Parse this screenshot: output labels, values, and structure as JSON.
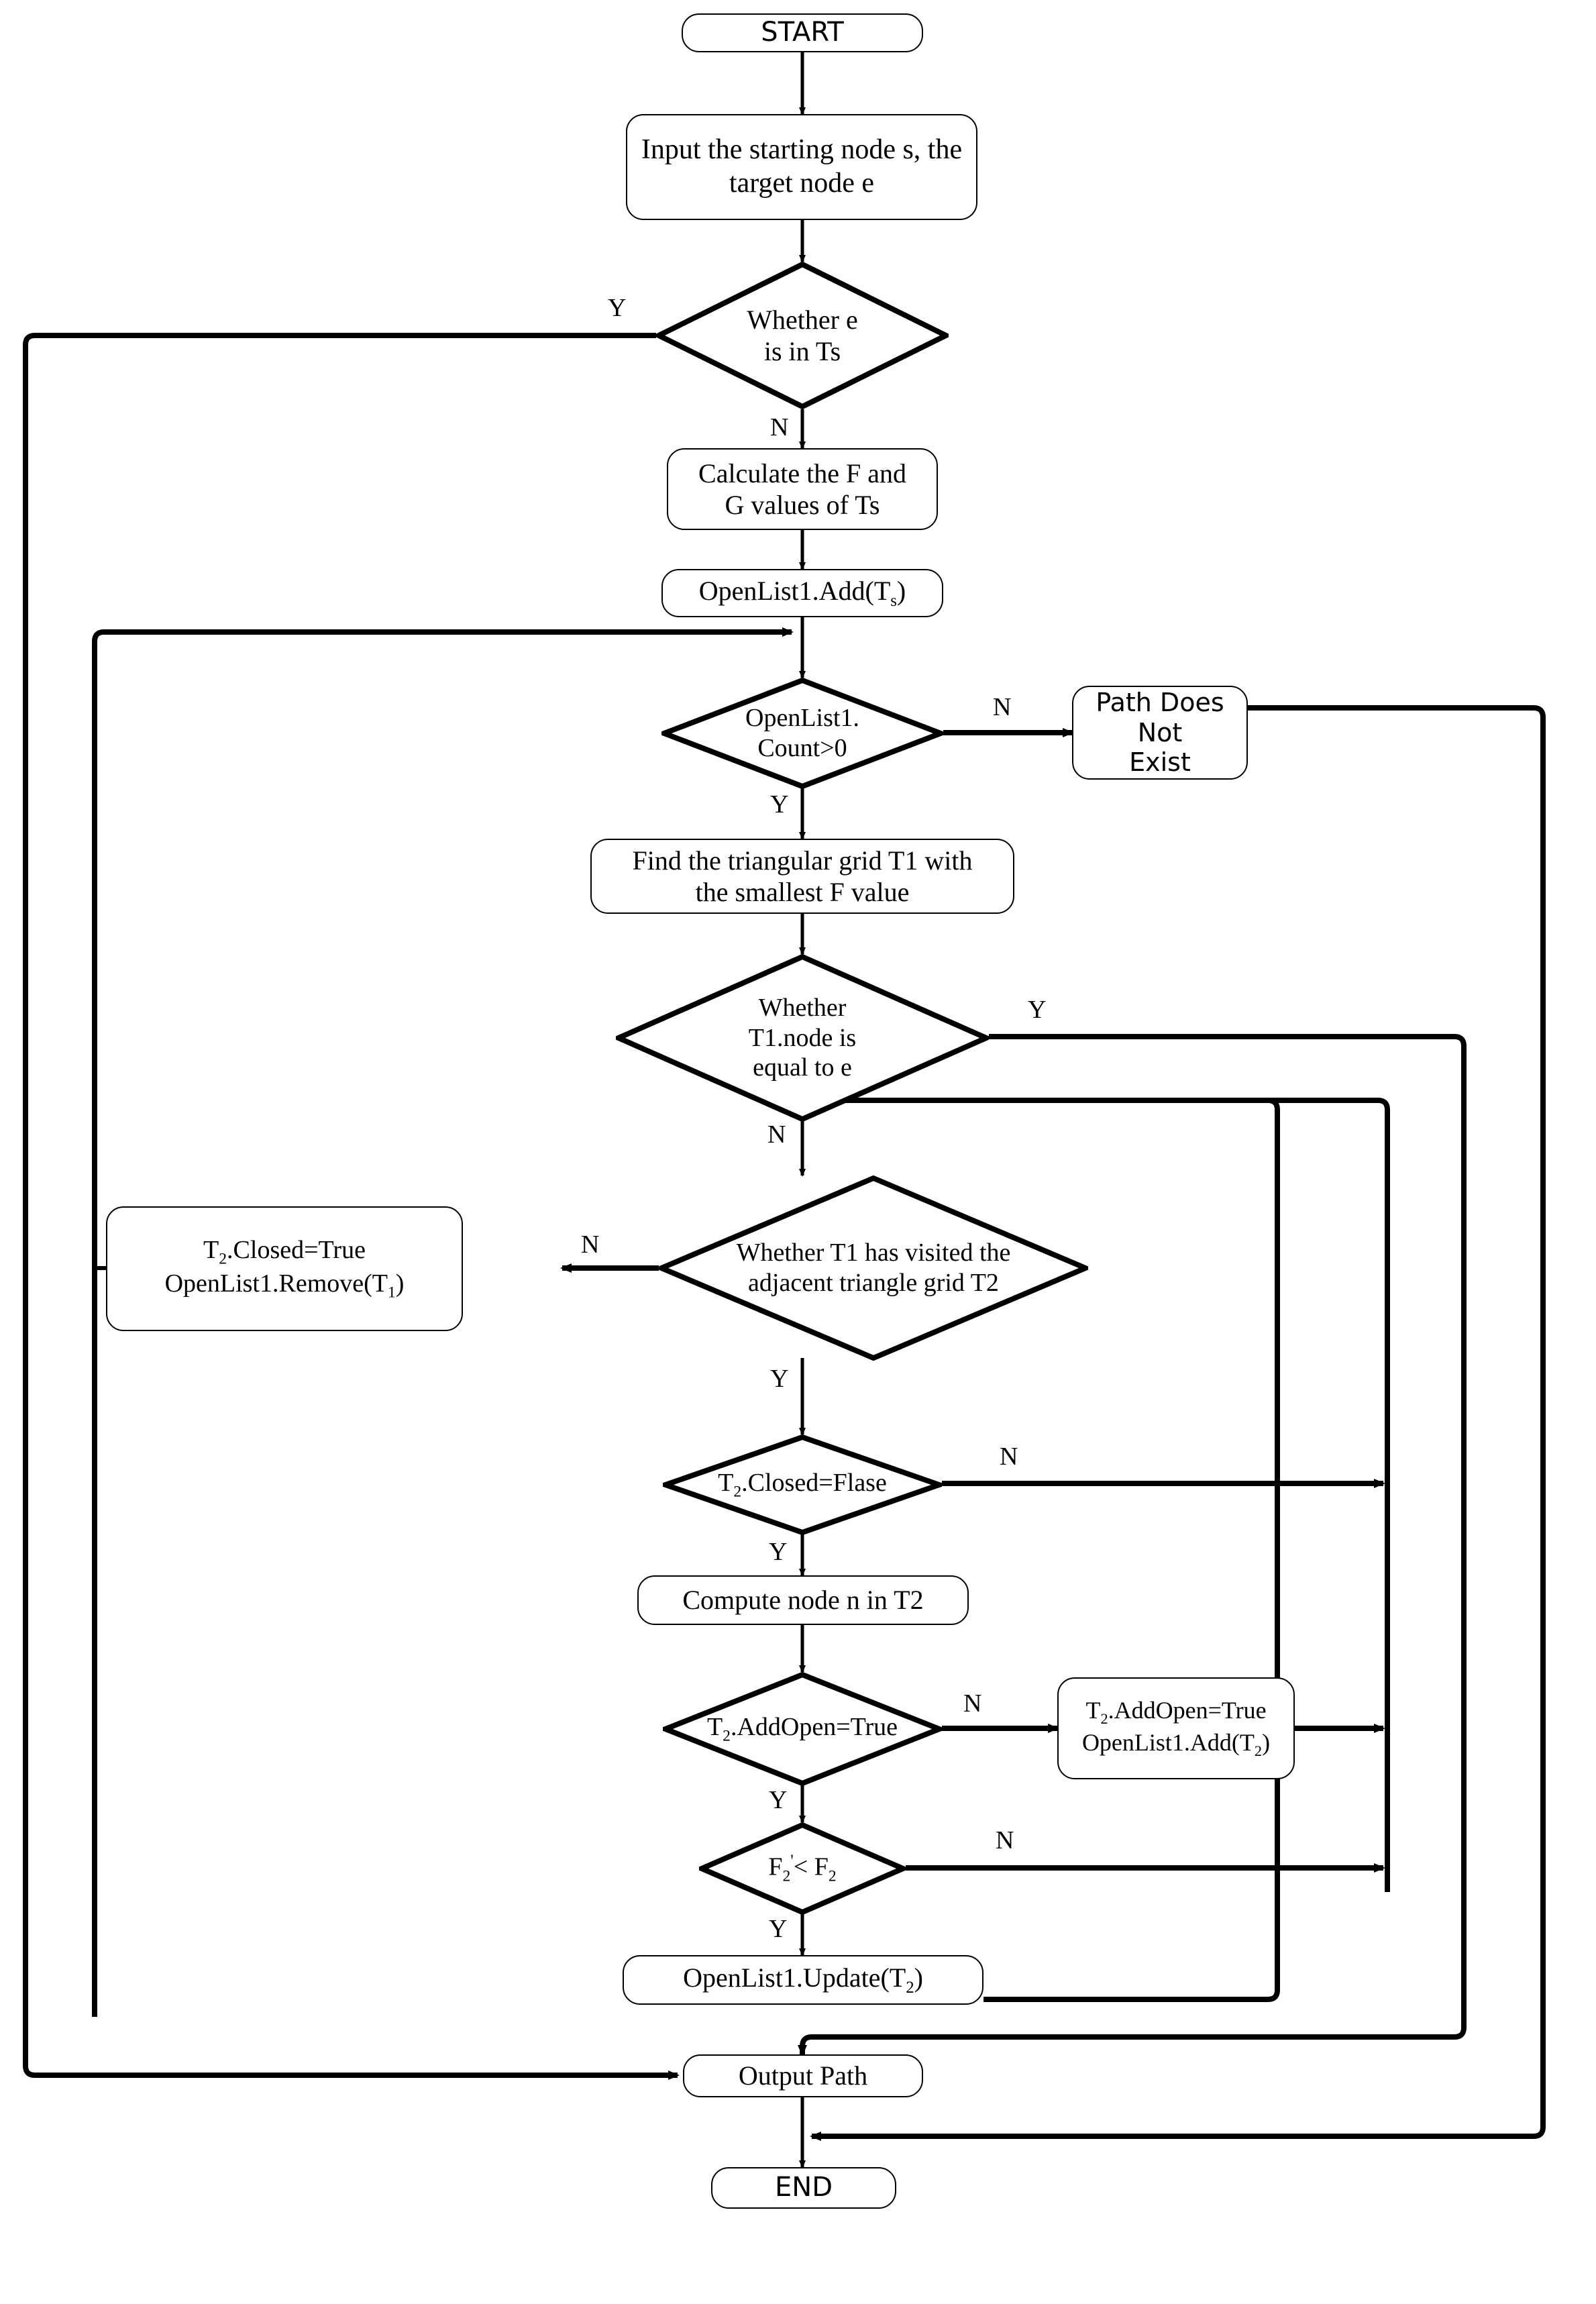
{
  "diagram": {
    "type": "flowchart",
    "title": "Bidirectional A* triangular grid path planning flowchart",
    "nodes": {
      "start": "START",
      "input": "Input the starting node s, the\ntarget node e",
      "d_e_in_ts_l1": "Whether e",
      "d_e_in_ts_l2": "is in Ts",
      "calc_fg": "Calculate the F and\nG values of Ts",
      "openlist_add_ts_a": "OpenList1.Add(T",
      "openlist_add_ts_sub": "s",
      "openlist_add_ts_b": ")",
      "d_count_l1": "OpenList1.",
      "d_count_l2": "Count>0",
      "path_not_exist": "Path Does Not\nExist",
      "find_t1": "Find the triangular grid T1 with\nthe smallest F value",
      "d_t1node_l1": "Whether",
      "d_t1node_l2": "T1.node is",
      "d_t1node_l3": "equal to e",
      "closed_remove_l1_a": "T",
      "closed_remove_l1_sub": "2",
      "closed_remove_l1_b": ".Closed=True",
      "closed_remove_l2_a": "OpenList1.Remove(T",
      "closed_remove_l2_sub": "1",
      "closed_remove_l2_b": ")",
      "d_visited_l1": "Whether T1 has visited the",
      "d_visited_l2": "adjacent triangle grid T2",
      "d_t2closed_a": "T",
      "d_t2closed_sub": "2",
      "d_t2closed_b": ".Closed=Flase",
      "compute_n": "Compute node n in T2",
      "d_addopen_a": "T",
      "d_addopen_sub": "2",
      "d_addopen_b": ".AddOpen=True",
      "addopen_box_l1_a": "T",
      "addopen_box_l1_sub": "2",
      "addopen_box_l1_b": ".AddOpen=True",
      "addopen_box_l2_a": "OpenList1.Add(T",
      "addopen_box_l2_sub": "2",
      "addopen_box_l2_b": ")",
      "d_f2_a": "F",
      "d_f2_sub1": "2",
      "d_f2_prime": "'",
      "d_f2_mid": "< F",
      "d_f2_sub2": "2",
      "update_t2_a": "OpenList1.Update(T",
      "update_t2_sub": "2",
      "update_t2_b": ")",
      "output_path": "Output Path",
      "end": "END"
    },
    "edge_labels": {
      "e_in_ts_yes": "Y",
      "e_in_ts_no": "N",
      "count_no": "N",
      "count_yes": "Y",
      "t1node_yes": "Y",
      "t1node_no": "N",
      "visited_no": "N",
      "visited_yes": "Y",
      "t2closed_no": "N",
      "t2closed_yes": "Y",
      "addopen_no": "N",
      "addopen_yes": "Y",
      "f2_no": "N",
      "f2_yes": "Y"
    },
    "colors": {
      "stroke": "#000000",
      "fill": "#ffffff",
      "text": "#000000"
    }
  }
}
